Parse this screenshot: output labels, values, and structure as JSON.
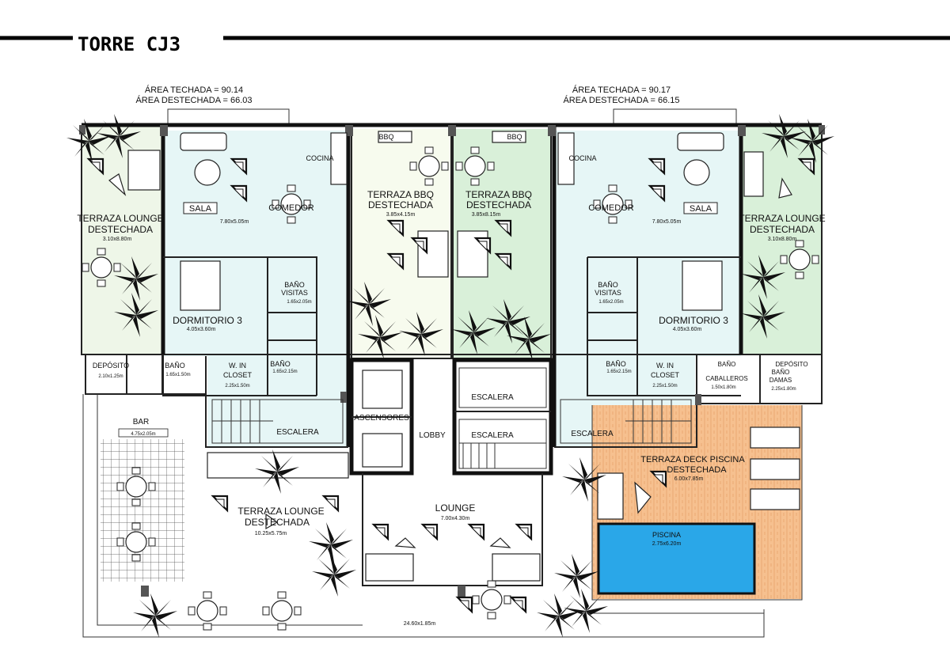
{
  "title": "TORRE CJ3",
  "colors": {
    "living_blue": "#e6f6f6",
    "lounge_green": "#eef6e8",
    "bbq_right_green": "#d9f0d9",
    "bbq_left_cream": "#f7fbee",
    "deck_orange": "#f6c08f",
    "pool_blue": "#2aa7e8",
    "wall": "#222222"
  },
  "areas": {
    "left": {
      "techada": "ÁREA TECHADA = 90.14",
      "destechada": "ÁREA DESTECHADA = 66.03"
    },
    "right": {
      "techada": "ÁREA TECHADA = 90.17",
      "destechada": "ÁREA DESTECHADA = 66.15"
    }
  },
  "rooms": {
    "terraza_lounge_left": {
      "l1": "TERRAZA LOUNGE",
      "l2": "DESTECHADA",
      "dim": "3.10x8.80m"
    },
    "sala_left": {
      "label": "SALA"
    },
    "comedor_left": {
      "label": "COMEDOR",
      "dim": "7.80x5.05m"
    },
    "cocina_left": {
      "label": "COCINA"
    },
    "bano_visitas_left": {
      "l1": "BAÑO",
      "l2": "VISITAS",
      "dim": "1.65x2.05m"
    },
    "dormitorio_left": {
      "label": "DORMITORIO 3",
      "dim": "4.05x3.60m"
    },
    "deposito_left": {
      "label": "DEPÓSITO",
      "dim": "2.10x1.25m"
    },
    "bano_left": {
      "label": "BAÑO",
      "dim": "1.65x1.50m"
    },
    "walkin_left": {
      "l1": "W. IN",
      "l2": "CLOSET",
      "dim": "2.25x1.50m"
    },
    "bano2_left": {
      "label": "BAÑO",
      "dim": "1.65x2.15m"
    },
    "escalera_left": {
      "label": "ESCALERA"
    },
    "bbq_left": {
      "tag": "BBQ",
      "l1": "TERRAZA BBQ",
      "l2": "DESTECHADA",
      "dim": "3.85x4.15m"
    },
    "bbq_right": {
      "tag": "BBQ",
      "l1": "TERRAZA BBQ",
      "l2": "DESTECHADA",
      "dim": "3.85x8.15m"
    },
    "ascensores": {
      "label": "ASCENSORES"
    },
    "lobby": {
      "label": "LOBBY"
    },
    "escalera_c1": {
      "label": "ESCALERA"
    },
    "escalera_c2": {
      "label": "ESCALERA"
    },
    "cocina_right": {
      "label": "COCINA"
    },
    "comedor_right": {
      "label": "COMEDOR"
    },
    "sala_right": {
      "label": "SALA",
      "dim": "7.80x5.05m"
    },
    "terraza_lounge_right": {
      "l1": "TERRAZA LOUNGE",
      "l2": "DESTECHADA",
      "dim": "3.10x8.80m"
    },
    "bano_visitas_right": {
      "l1": "BAÑO",
      "l2": "VISITAS",
      "dim": "1.65x2.05m"
    },
    "dormitorio_right": {
      "label": "DORMITORIO 3",
      "dim": "4.05x3.60m"
    },
    "bano2_right": {
      "label": "BAÑO",
      "dim": "1.65x2.15m"
    },
    "walkin_right": {
      "l1": "W. IN",
      "l2": "CLOSET",
      "dim": "2.25x1.50m"
    },
    "bano_caballeros": {
      "l1": "BAÑO",
      "l2": "CABALLEROS",
      "dim": "1.50x1.80m"
    },
    "deposito_right": {
      "label": "DEPÓSITO"
    },
    "bano_damas": {
      "l1": "BAÑO",
      "l2": "DAMAS",
      "dim": "2.25x1.80m"
    },
    "escalera_right": {
      "label": "ESCALERA"
    },
    "bar": {
      "label": "BAR",
      "dim": "4.75x2.05m"
    },
    "terraza_lounge_bottom": {
      "l1": "TERRAZA LOUNGE",
      "l2": "DESTECHADA",
      "dim": "10.25x5.75m"
    },
    "lounge": {
      "label": "LOUNGE",
      "dim": "7.00x4.30m"
    },
    "deck": {
      "l1": "TERRAZA DECK PISCINA",
      "l2": "DESTECHADA",
      "dim": "6.00x7.85m"
    },
    "piscina": {
      "label": "PISCINA",
      "dim": "2.75x6.20m"
    },
    "bottom_strip": {
      "dim": "24.60x1.85m"
    }
  }
}
